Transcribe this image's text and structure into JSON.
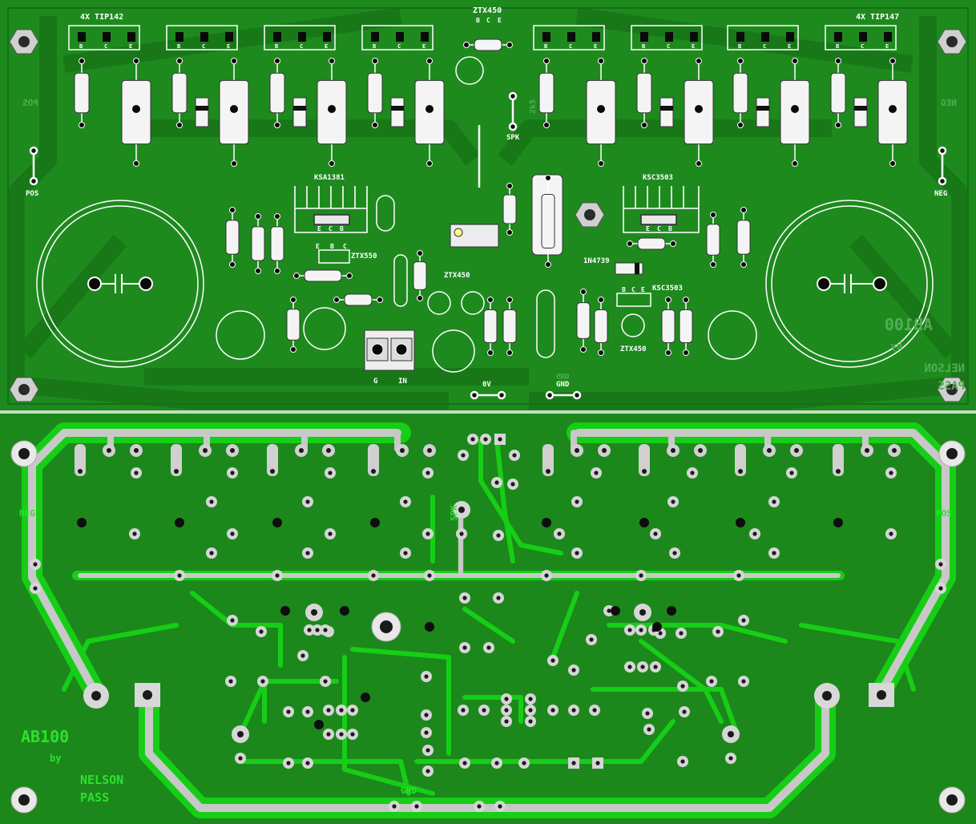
{
  "top_layer": {
    "transistor_banks": {
      "left": "4X TIP142",
      "right": "4X TIP147"
    },
    "pin_labels": [
      "B",
      "C",
      "E"
    ],
    "rails": {
      "pos": "POS",
      "neg": "NEG"
    },
    "mirror_labels": {
      "pos": "POS",
      "neg": "NEG",
      "pot": "2k5"
    },
    "spk": "SPK",
    "parts": {
      "ztx450_top": "ZTX450",
      "ksa1381": "KSA1381",
      "ksc3503_top": "KSC3503",
      "ztx550": "ZTX550",
      "ztx450_mid": "ZTX450",
      "zener": "1N4739",
      "ksc3503_mid": "KSC3503",
      "ztx450_low": "ZTX450"
    },
    "input": {
      "g": "G",
      "in": "IN"
    },
    "bottom_pads": {
      "zero_v": "0V",
      "gnd": "GND"
    },
    "mirror_title": [
      "AB100",
      "by",
      "NELSON",
      "PASS"
    ],
    "mirror_gnd": "GND"
  },
  "bottom_layer": {
    "rails": {
      "neg": "NEG",
      "pos": "POS"
    },
    "spk": "SPK",
    "gnd": "GND",
    "title": [
      "AB100",
      "by",
      "NELSON",
      "PASS"
    ]
  },
  "colors": {
    "board_top": "#1e8a1e",
    "board_bottom": "#1c881c",
    "copper": "#16ce16",
    "silk": "#ffffff",
    "pad": "#c8c8c8"
  }
}
